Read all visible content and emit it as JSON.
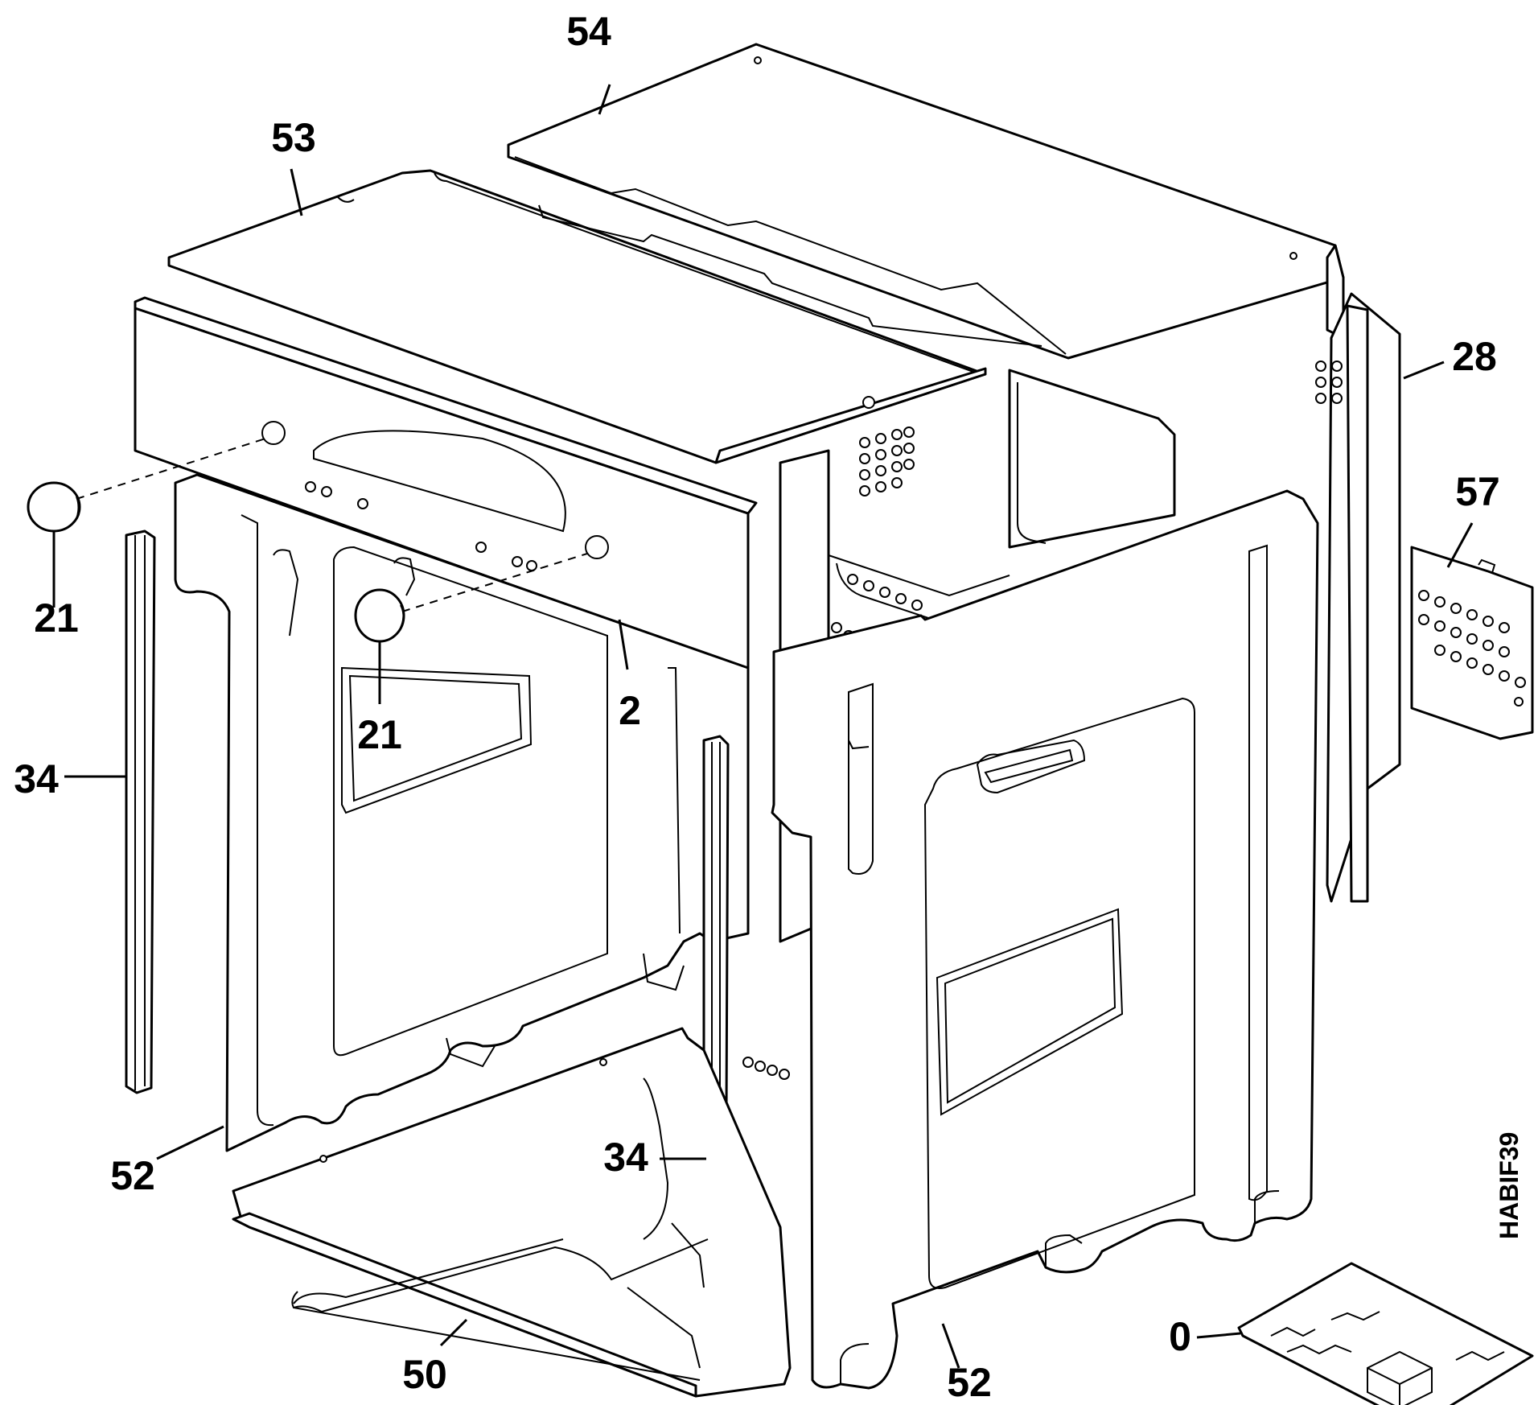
{
  "drawing_code": "HABIF39",
  "callouts": {
    "top_cover": "54",
    "top_panel": "53",
    "back_wall": "28",
    "rear_grille": "57",
    "knob_left": "21",
    "knob_center": "21",
    "control_panel": "2",
    "trim_strip_left": "34",
    "trim_strip_center": "34",
    "side_panel_left": "52",
    "side_panel_right": "52",
    "bottom_panel": "50",
    "manual": "0"
  }
}
